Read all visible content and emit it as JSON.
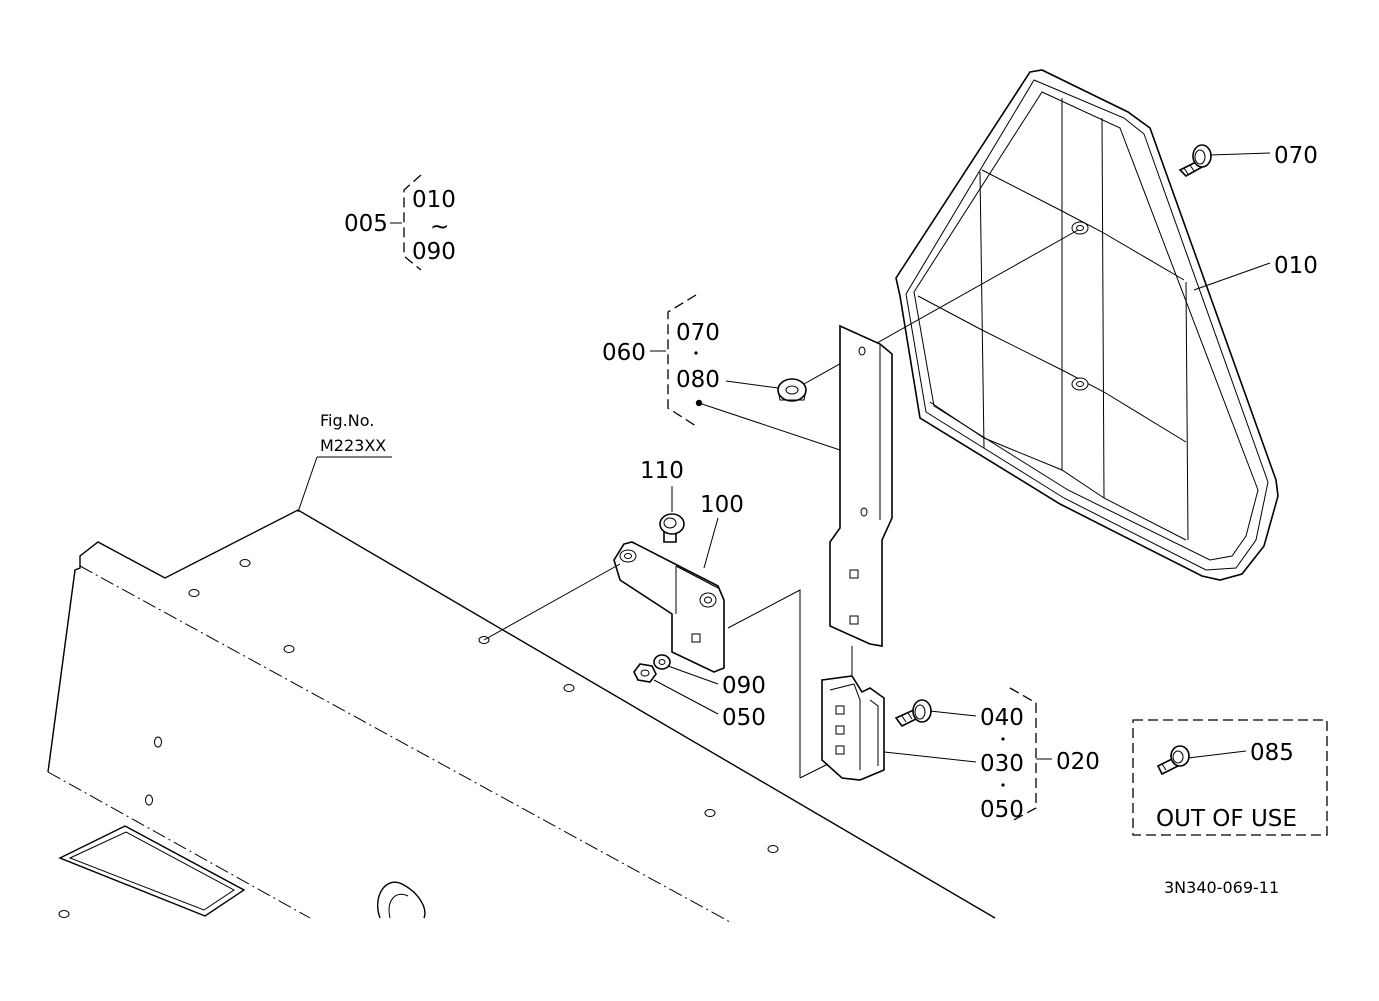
{
  "figure": {
    "fig_label": "Fig.No.",
    "fig_number": "M223XX",
    "drawing_id": "3N340-069-11"
  },
  "callouts": {
    "c005": "005",
    "c005_from": "010",
    "c005_tilde": "~",
    "c005_to": "090",
    "c070_top": "070",
    "c010": "010",
    "c060": "060",
    "c060_a": "070",
    "c060_b": "080",
    "c110": "110",
    "c100": "100",
    "c090": "090",
    "c050": "050",
    "c040": "040",
    "c030": "030",
    "c020": "020",
    "c050_b": "050",
    "c085": "085"
  },
  "out_of_use": {
    "label": "OUT OF USE"
  }
}
